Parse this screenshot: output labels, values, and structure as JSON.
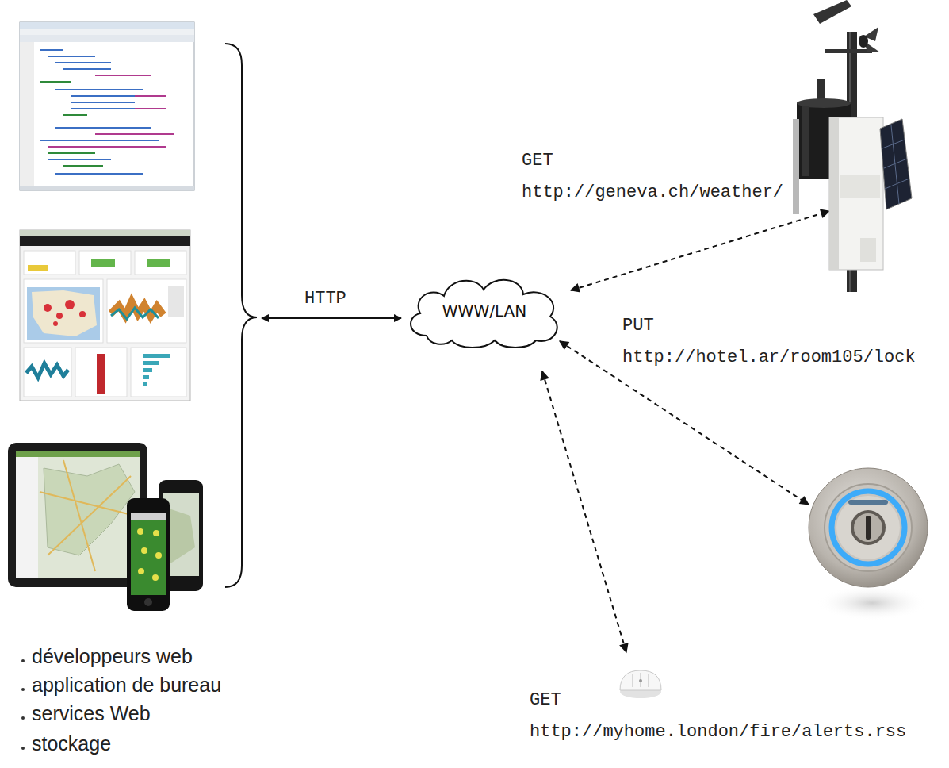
{
  "diagram": {
    "nodes": [
      {
        "text": [
          "WWW/LAN"
        ]
      }
    ],
    "labels": [
      "HTTP",
      "GET",
      "http://geneva.ch/weather/",
      "PUT",
      "http://hotel.ar/room105/lock",
      "GET",
      "http://myhome.london/fire/alerts.rss",
      "développeurs web",
      "application de bureau",
      "services Web",
      "stockage"
    ]
  }
}
